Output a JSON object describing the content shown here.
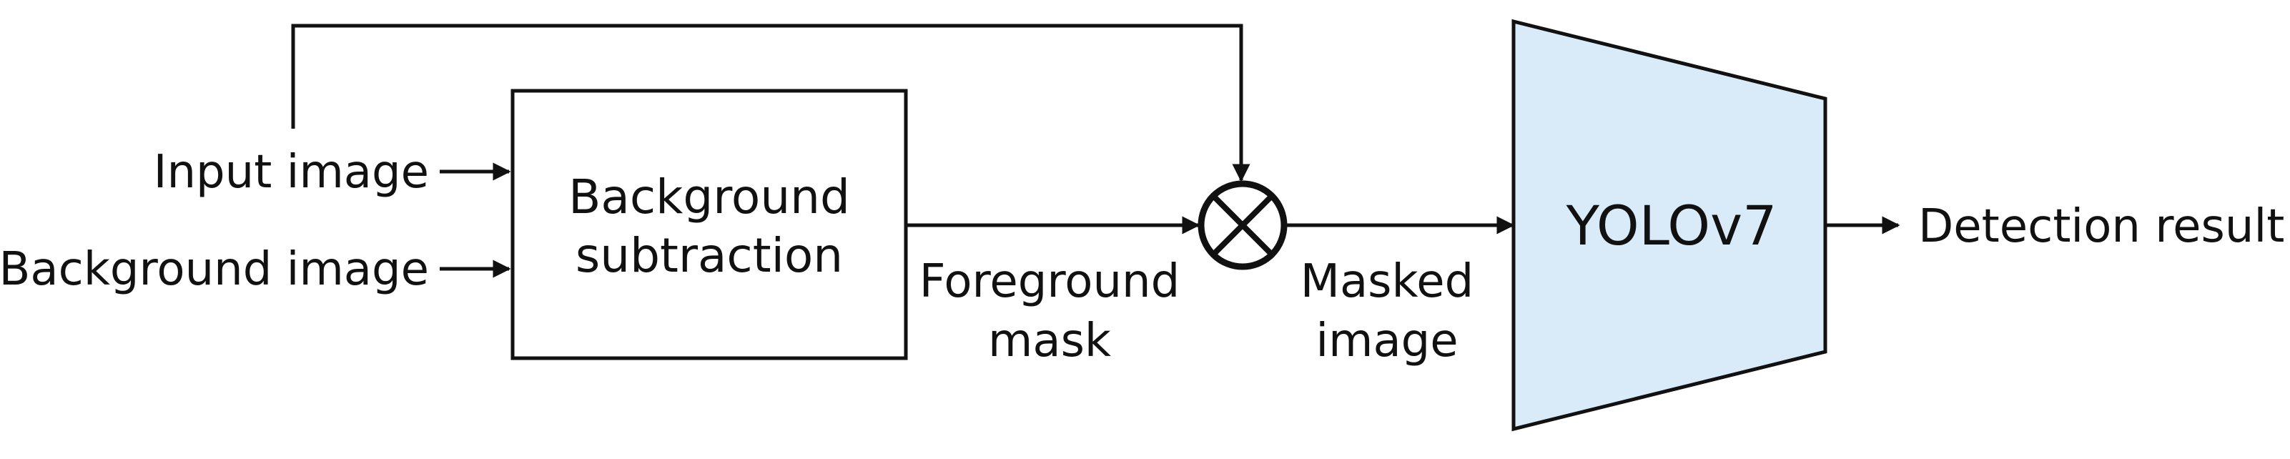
{
  "inputs": {
    "input_image": "Input image",
    "background_image": "Background image"
  },
  "subtraction_block": {
    "line1": "Background",
    "line2": "subtraction"
  },
  "foreground_mask": {
    "line1": "Foreground",
    "line2": "mask"
  },
  "masked_image": {
    "line1": "Masked",
    "line2": "image"
  },
  "detector": {
    "label": "YOLOv7",
    "fill_color": "#d9ebf8"
  },
  "output": {
    "label": "Detection result"
  },
  "multiply_node": {
    "icon": "circle-times-icon"
  }
}
